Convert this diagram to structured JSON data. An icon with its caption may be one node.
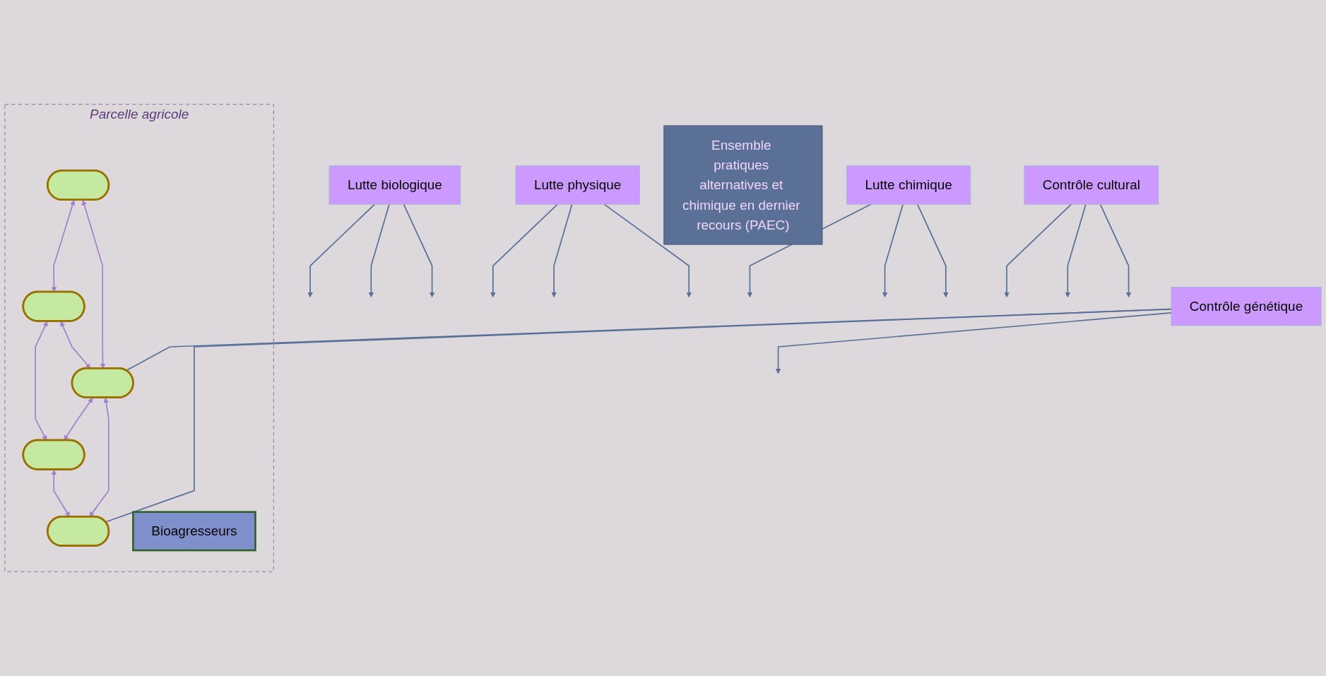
{
  "diagram": {
    "nodes": [
      {
        "text": [
          "Lutte biologique"
        ]
      },
      {
        "text": [
          "Lutte physique"
        ]
      },
      {
        "text": [
          "Lutte chimique"
        ]
      },
      {
        "text": [
          "Contrôle cultural"
        ]
      },
      {
        "text": [
          "Contrôle génétique"
        ]
      },
      {
        "text": [
          "Ensemble pratiques alternatives et chimique en dernier recours (PAEC)"
        ]
      },
      {
        "text": [
          "Parcelle agricole"
        ]
      },
      {
        "text": [],
        "shape": "ellipse",
        "in": 6
      },
      {
        "text": [],
        "shape": "ellipse",
        "in": 6
      },
      {
        "text": [],
        "shape": "ellipse",
        "in": 6
      },
      {
        "text": [],
        "shape": "ellipse",
        "in": 6
      },
      {
        "text": [],
        "shape": "ellipse",
        "in": 6
      },
      {
        "text": [
          "Bioagresseurs"
        ],
        "in": 6
      }
    ],
    "edges": [
      {
        "from": 0,
        "to": null,
        "arrow": "to"
      },
      {
        "from": 0,
        "to": null,
        "arrow": "to"
      },
      {
        "from": 0,
        "to": null,
        "arrow": "to"
      },
      {
        "from": 1,
        "to": null,
        "arrow": "to"
      },
      {
        "from": 1,
        "to": null,
        "arrow": "to"
      },
      {
        "from": 1,
        "to": null,
        "arrow": "to"
      },
      {
        "from": 2,
        "to": null,
        "arrow": "to"
      },
      {
        "from": 2,
        "to": null,
        "arrow": "to"
      },
      {
        "from": 2,
        "to": null,
        "arrow": "to"
      },
      {
        "from": 3,
        "to": null,
        "arrow": "to"
      },
      {
        "from": 3,
        "to": null,
        "arrow": "to"
      },
      {
        "from": 3,
        "to": null,
        "arrow": "to"
      },
      {
        "from": 4,
        "to": null,
        "arrow": "to"
      },
      {
        "from": 4,
        "to": 8,
        "arrow": "none"
      },
      {
        "from": 4,
        "to": 9,
        "arrow": "none"
      },
      {
        "from": 7,
        "to": 8,
        "arrow": "both",
        "color": "#a580cc"
      },
      {
        "from": 8,
        "to": 9,
        "arrow": "both",
        "color": "#a580cc"
      },
      {
        "from": 7,
        "to": 10,
        "arrow": "both",
        "color": "#a580cc"
      },
      {
        "from": 10,
        "to": 8,
        "arrow": "both",
        "color": "#a580cc"
      },
      {
        "from": 8,
        "to": 11,
        "arrow": "both",
        "color": "#a580cc"
      },
      {
        "from": 11,
        "to": 9,
        "arrow": "both",
        "color": "#a580cc"
      },
      {
        "from": 10,
        "to": 11,
        "arrow": "both",
        "color": "#a580cc"
      }
    ]
  }
}
